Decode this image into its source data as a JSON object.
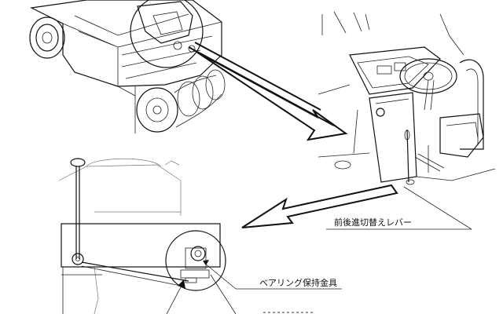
{
  "diagram": {
    "callouts": [
      {
        "id": "shift-lever",
        "text": "前後進切替えレバー"
      },
      {
        "id": "bearing-bracket",
        "text": "ベアリング保持金具"
      }
    ]
  }
}
